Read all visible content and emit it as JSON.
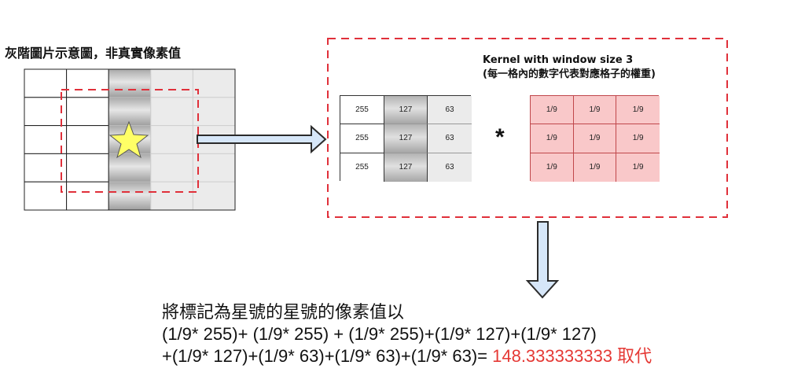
{
  "left": {
    "title": "灰階圖片示意圖，非真實像素值",
    "grid_rows": 5,
    "grid_cols": 5,
    "column_shading": [
      "white",
      "white",
      "gradient-gray",
      "light-gray",
      "light-gray"
    ],
    "marked_pixel_icon": "star-icon"
  },
  "kernel_panel": {
    "title_line1": "Kernel with window size 3",
    "title_line2": "(每一格內的數字代表對應格子的權重)",
    "operator": "*",
    "pixel_values": [
      [
        "255",
        "127",
        "63"
      ],
      [
        "255",
        "127",
        "63"
      ],
      [
        "255",
        "127",
        "63"
      ]
    ],
    "kernel_weights": [
      [
        "1/9",
        "1/9",
        "1/9"
      ],
      [
        "1/9",
        "1/9",
        "1/9"
      ],
      [
        "1/9",
        "1/9",
        "1/9"
      ]
    ]
  },
  "formula": {
    "line1": "將標記為星號的星號的像素值以",
    "line2": "(1/9* 255)+ (1/9* 255) + (1/9* 255)+(1/9* 127)+(1/9* 127)",
    "line3_prefix": "+(1/9* 127)+(1/9* 63)+(1/9* 63)+(1/9* 63)= ",
    "result": "148.333333333",
    "result_suffix": " 取代"
  },
  "colors": {
    "dashed_red": "#e0303a",
    "arrow_fill": "#d6e6f8",
    "arrow_stroke": "#2b2b2b",
    "kernel_fill": "#f9c8c9",
    "star_fill": "#ffff66",
    "result_red": "#e53935"
  }
}
